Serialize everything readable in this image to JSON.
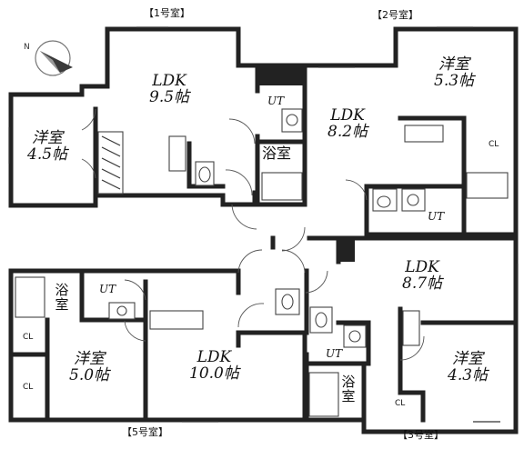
{
  "units": [
    {
      "key": "u1",
      "label": "【1号室】"
    },
    {
      "key": "u2",
      "label": "【2号室】"
    },
    {
      "key": "u3",
      "label": "【3号室】"
    },
    {
      "key": "u5",
      "label": "【5号室】"
    }
  ],
  "rooms": {
    "u1_ldk": {
      "name": "LDK",
      "size": "9.5帖"
    },
    "u1_yoshitsu": {
      "name": "洋室",
      "size": "4.5帖"
    },
    "u2_ldk": {
      "name": "LDK",
      "size": "8.2帖"
    },
    "u2_yoshitsu": {
      "name": "洋室",
      "size": "5.3帖"
    },
    "u3_ldk": {
      "name": "LDK",
      "size": "8.7帖"
    },
    "u3_yoshitsu": {
      "name": "洋室",
      "size": "4.3帖"
    },
    "u5_ldk": {
      "name": "LDK",
      "size": "10.0帖"
    },
    "u5_yoshitsu": {
      "name": "洋室",
      "size": "5.0帖"
    }
  },
  "labels": {
    "ut": "UT",
    "bath": "浴室",
    "cl": "CL",
    "north": "N"
  }
}
